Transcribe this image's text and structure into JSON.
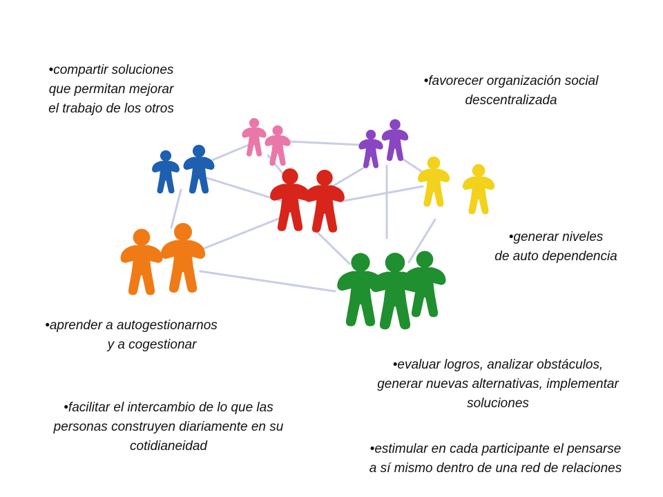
{
  "colors": {
    "links": "#c9cde6",
    "blue": "#1f5fb0",
    "pink": "#e978a8",
    "purple": "#8a45c2",
    "red": "#d8251b",
    "yellow": "#f2d21c",
    "orange": "#f07a16",
    "green": "#1f8f2f"
  },
  "notes": {
    "compartir": {
      "lines": [
        "•compartir soluciones",
        "que permitan mejorar",
        "el trabajo de los otros"
      ]
    },
    "favorecer": {
      "lines": [
        "•favorecer organización social",
        "descentralizada"
      ]
    },
    "generar": {
      "lines": [
        "•generar niveles",
        "de auto dependencia"
      ]
    },
    "aprender": {
      "lines": [
        "•aprender a autogestionarnos",
        "y a cogestionar"
      ]
    },
    "evaluar": {
      "lines": [
        "•evaluar logros, analizar obstáculos,",
        "generar nuevas alternativas, implementar",
        "soluciones"
      ]
    },
    "facilitar": {
      "lines": [
        "•facilitar el intercambio de lo que las",
        "personas construyen diariamente en su",
        "cotidianeidad"
      ]
    },
    "estimular": {
      "lines": [
        "•estimular en cada participante el pensarse",
        "a sí mismo dentro de una red de relaciones"
      ]
    }
  }
}
